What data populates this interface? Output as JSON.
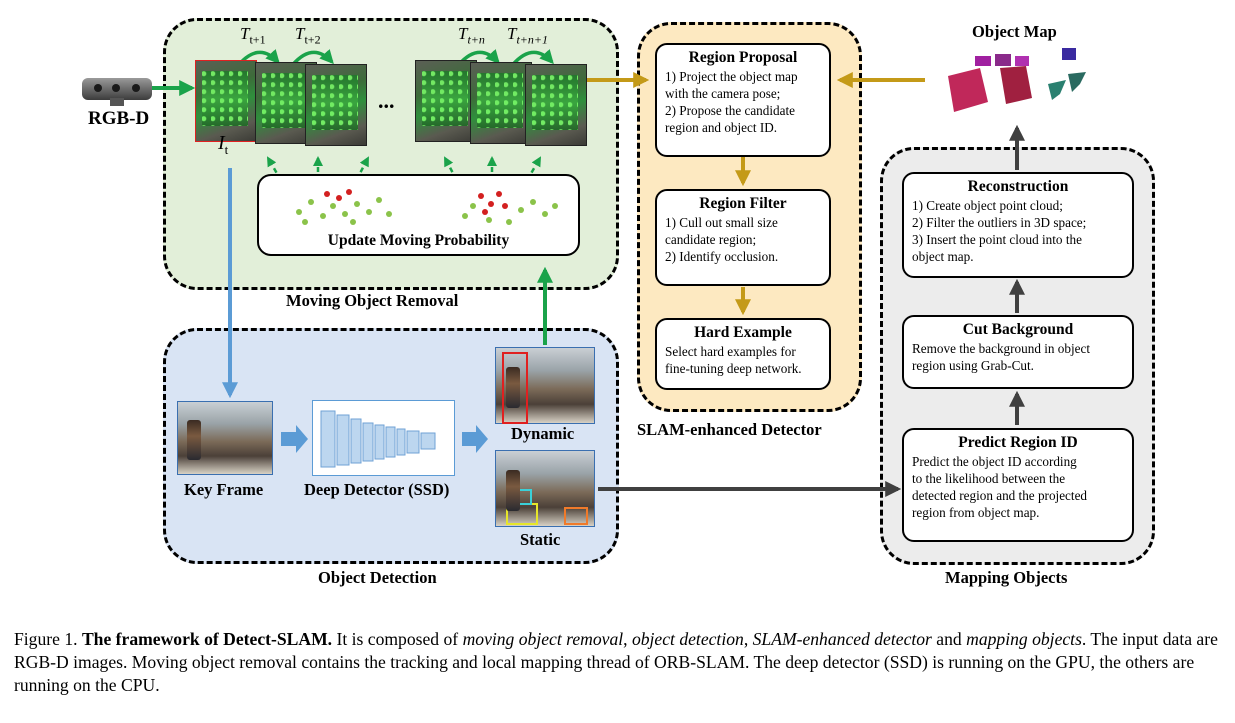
{
  "input": {
    "label": "RGB-D"
  },
  "moving_removal": {
    "label": "Moving Object Removal",
    "frame_label": "I",
    "frame_label_sub": "t",
    "t_labels": [
      {
        "base": "T",
        "sub": "t+1"
      },
      {
        "base": "T",
        "sub": "t+2"
      },
      {
        "base": "T",
        "sub": "t+n"
      },
      {
        "base": "T",
        "sub": "t+n+1"
      }
    ],
    "ellipsis": "...",
    "update_box": "Update Moving Probability"
  },
  "object_detection": {
    "label": "Object Detection",
    "key_frame": "Key Frame",
    "detector": "Deep Detector (SSD)",
    "dynamic": "Dynamic",
    "static": "Static"
  },
  "slam_detector": {
    "label": "SLAM-enhanced Detector",
    "boxes": [
      {
        "title": "Region Proposal",
        "lines": [
          "1) Project the object map",
          "with the camera pose;",
          "2) Propose the candidate",
          "region and object ID."
        ]
      },
      {
        "title": "Region Filter",
        "lines": [
          "1) Cull out small size",
          "candidate region;",
          "2) Identify occlusion."
        ]
      },
      {
        "title": "Hard Example",
        "lines": [
          "Select hard examples for",
          "fine-tuning deep network."
        ]
      }
    ]
  },
  "object_map": {
    "label": "Object Map"
  },
  "mapping": {
    "label": "Mapping Objects",
    "boxes": [
      {
        "title": "Reconstruction",
        "lines": [
          "1) Create object point cloud;",
          "2) Filter the outliers in 3D space;",
          "3) Insert the point cloud into the",
          "object map."
        ]
      },
      {
        "title": "Cut Background",
        "lines": [
          "Remove the background in object",
          "region using Grab-Cut."
        ]
      },
      {
        "title": "Predict Region ID",
        "lines": [
          "Predict the object ID according",
          "to the likelihood between the",
          "detected region and the projected",
          "region from object map."
        ]
      }
    ]
  },
  "caption": {
    "prefix": "Figure 1. ",
    "title": "The framework of Detect-SLAM.",
    "part1": " It is composed of ",
    "term1": "moving object removal",
    "sep1": ", ",
    "term2": "object detection",
    "sep2": ", ",
    "term3": "SLAM-enhanced detector",
    "part2": " and ",
    "term4": "mapping objects",
    "part3": ".  The input data are RGB-D images.  Moving object removal contains the tracking and local mapping thread of ORB-SLAM. The deep detector (SSD) is running on the GPU, the others are running on the CPU."
  },
  "colors": {
    "green_region": "#e2efd9",
    "blue_region": "#d9e4f4",
    "yellow_region": "#fde9c1",
    "gray_region": "#ececec",
    "green_arrow": "#1aa34a",
    "blue_arrow": "#5b9bd5",
    "gold_arrow": "#c49a18",
    "dark_arrow": "#404040"
  }
}
